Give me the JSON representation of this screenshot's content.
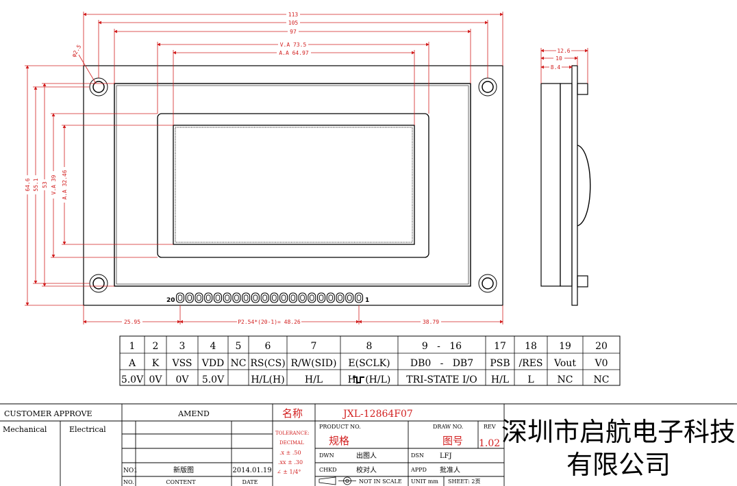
{
  "dimensions": {
    "overall_width": "113",
    "hole_pitch_x": "105",
    "pcb_inner_width": "97",
    "va_width": "V.A 73.5",
    "aa_width": "A.A 64.97",
    "hole_diameter": "φ2.5",
    "overall_height": "64.6",
    "hole_pitch_y": "55.1",
    "inner_height": "53",
    "va_height": "V.A 39",
    "aa_height": "A.A 32.46",
    "pin1_offset_left": "25.95",
    "pin_pitch": "P2.54*(20-1)= 48.26",
    "pin_offset_right": "38.79",
    "side_total": "12.6",
    "side_mid": "10",
    "side_body": "8.4"
  },
  "pin_labels": {
    "first": "20",
    "last": "1"
  },
  "pin_table": {
    "columns": [
      {
        "num": "1",
        "name": "A",
        "level": "5.0V"
      },
      {
        "num": "2",
        "name": "K",
        "level": "0V"
      },
      {
        "num": "3",
        "name": "VSS",
        "level": "0V"
      },
      {
        "num": "4",
        "name": "VDD",
        "level": "5.0V"
      },
      {
        "num": "5",
        "name": "NC",
        "level": ""
      },
      {
        "num": "6",
        "name": "RS(CS)",
        "level": "H/L(H)"
      },
      {
        "num": "7",
        "name": "R/W(SID)",
        "level": "H/L"
      },
      {
        "num": "8",
        "name": "E(SCLK)",
        "level": "H,  (H/L)"
      },
      {
        "num": "9   -   16",
        "name": "DB0   -   DB7",
        "level": "TRI-STATE I/O"
      },
      {
        "num": "17",
        "name": "PSB",
        "level": "H/L"
      },
      {
        "num": "18",
        "name": "/RES",
        "level": "L"
      },
      {
        "num": "19",
        "name": "Vout",
        "level": "NC"
      },
      {
        "num": "20",
        "name": "V0",
        "level": "NC"
      }
    ]
  },
  "title_block": {
    "customer_approve": "CUSTOMER APPROVE",
    "mechanical": "Mechanical",
    "electrical": "Electrical",
    "amend": "AMEND",
    "no01": "NO1",
    "new_version": "新版图",
    "date_value": "2014.01.19",
    "no_label": "NO.",
    "content_label": "CONTENT",
    "date_label": "DATE",
    "name_label": "名称",
    "model": "JXL-12864F07",
    "tolerance": "TOLERANCE:",
    "decimal": "DECIMAL",
    "tol_x": ".x  ±  .50",
    "tol_xx": ".xx  ±  .30",
    "tol_angle": "∠  ±  1/4°",
    "product_no": "PRODUCT NO.",
    "spec": "规格",
    "draw_no": "DRAW NO.",
    "drawing_no_value": "图号",
    "rev": "REV",
    "rev_value": "1.02",
    "dwn": "DWN",
    "drawer": "出图人",
    "dsn": "DSN",
    "designer": "LFJ",
    "chkd": "CHKD",
    "checker": "校对人",
    "appd": "APPD",
    "approver": "批准人",
    "not_in_scale": "NOT IN SCALE",
    "unit": "UNIT mm",
    "sheet": "SHEET:  2页",
    "company_line1": "深圳市启航电子科技",
    "company_line2": "有限公司"
  },
  "colors": {
    "dimension": "#d21f1f",
    "line": "#000000"
  }
}
